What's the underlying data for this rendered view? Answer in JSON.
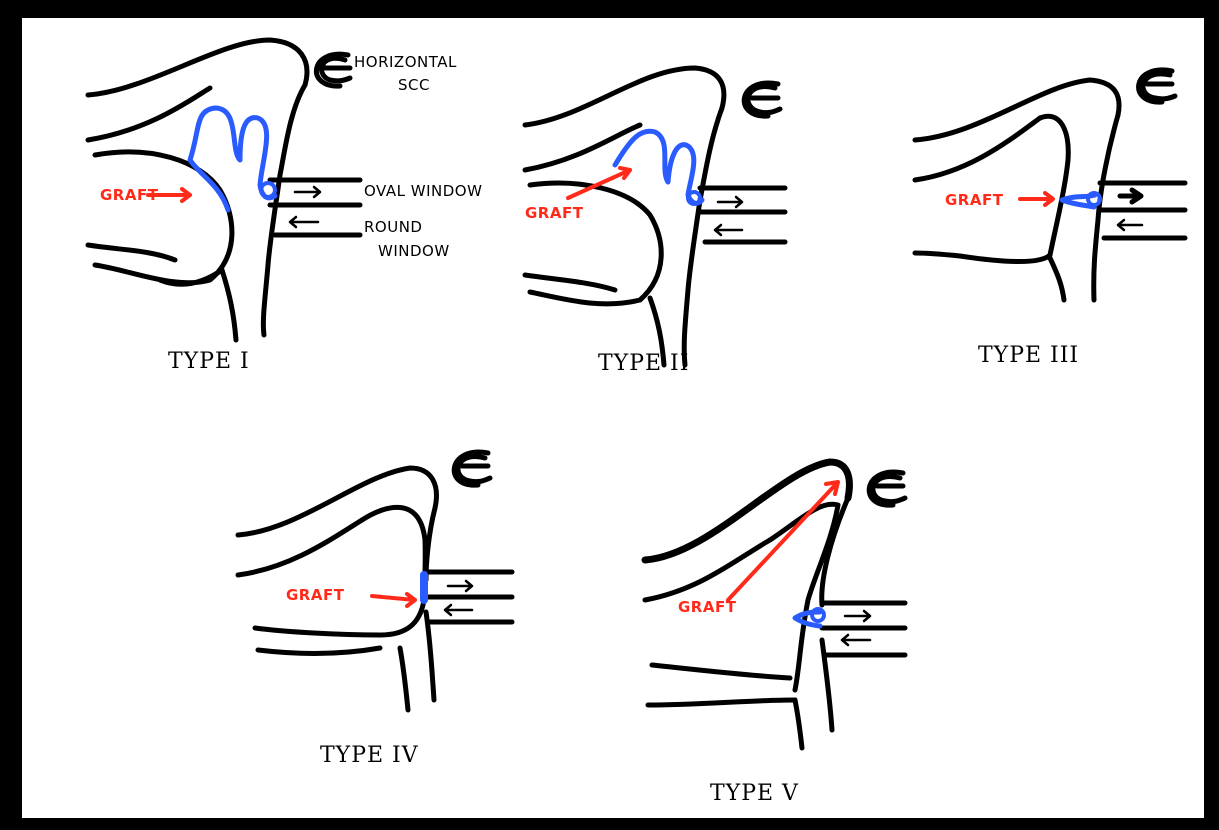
{
  "colors": {
    "frame": "#000000",
    "paper": "#ffffff",
    "ink": "#000000",
    "graft_label": "#ff2a1a",
    "graft_tissue": "#2a5bff"
  },
  "labels": {
    "horizontal_scc_line1": "HORIZONTAL",
    "horizontal_scc_line2": "SCC",
    "oval_window": "OVAL WINDOW",
    "round_window_line1": "ROUND",
    "round_window_line2": "WINDOW",
    "graft": "GRAFT"
  },
  "panels": [
    {
      "id": "type-1",
      "title": "TYPE I"
    },
    {
      "id": "type-2",
      "title": "TYPE II"
    },
    {
      "id": "type-3",
      "title": "TYPE III"
    },
    {
      "id": "type-4",
      "title": "TYPE IV"
    },
    {
      "id": "type-5",
      "title": "TYPE V"
    }
  ],
  "icons": {
    "arrow_right": "arrow-right-icon",
    "arrow_left": "arrow-left-icon"
  }
}
